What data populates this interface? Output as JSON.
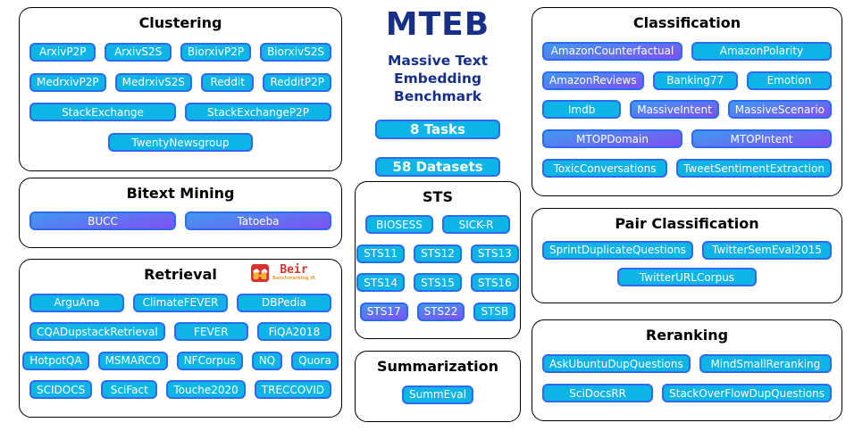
{
  "header": {
    "title": "MTEB",
    "subtitle_line1": "Massive Text",
    "subtitle_line2": "Embedding Benchmark",
    "tasks_badge": "8 Tasks",
    "datasets_badge": "58 Datasets"
  },
  "colors": {
    "chip_cyan": "#0eb4e6",
    "chip_border_blue": "#2b6bf3",
    "multilingual_gradient_start": "#3e9af0",
    "multilingual_gradient_end": "#8050f2",
    "title_navy": "#16308a",
    "panel_border": "#000000",
    "beir_red": "#d5342f",
    "beir_orange": "#f0a030"
  },
  "boxes": {
    "clustering": {
      "title": "Clustering",
      "rows": [
        [
          {
            "label": "ArxivP2P"
          },
          {
            "label": "ArxivS2S"
          },
          {
            "label": "BiorxivP2P"
          },
          {
            "label": "BiorxivS2S"
          }
        ],
        [
          {
            "label": "MedrxivP2P"
          },
          {
            "label": "MedrxivS2S"
          },
          {
            "label": "Reddit"
          },
          {
            "label": "RedditP2P"
          }
        ],
        [
          {
            "label": "StackExchange"
          },
          {
            "label": "StackExchangeP2P"
          }
        ],
        [
          {
            "label": "TwentyNewsgroup"
          }
        ]
      ]
    },
    "bitext_mining": {
      "title": "Bitext Mining",
      "rows": [
        [
          {
            "label": "BUCC",
            "multilingual": true
          },
          {
            "label": "Tatoeba",
            "multilingual": true
          }
        ]
      ]
    },
    "retrieval": {
      "title": "Retrieval",
      "logo": {
        "text": "Beir",
        "subtext": "Benchmarking IR",
        "icon": "beer-mugs-icon"
      },
      "rows": [
        [
          {
            "label": "ArguAna"
          },
          {
            "label": "ClimateFEVER"
          },
          {
            "label": "DBPedia"
          }
        ],
        [
          {
            "label": "CQADupstackRetrieval"
          },
          {
            "label": "FEVER"
          },
          {
            "label": "FiQA2018"
          }
        ],
        [
          {
            "label": "HotpotQA"
          },
          {
            "label": "MSMARCO"
          },
          {
            "label": "NFCorpus"
          },
          {
            "label": "NQ"
          },
          {
            "label": "Quora"
          }
        ],
        [
          {
            "label": "SCIDOCS"
          },
          {
            "label": "SciFact"
          },
          {
            "label": "Touche2020"
          },
          {
            "label": "TRECCOVID"
          }
        ]
      ]
    },
    "sts": {
      "title": "STS",
      "rows": [
        [
          {
            "label": "BIOSESS"
          },
          {
            "label": "SICK-R"
          }
        ],
        [
          {
            "label": "STS11"
          },
          {
            "label": "STS12"
          },
          {
            "label": "STS13"
          }
        ],
        [
          {
            "label": "STS14"
          },
          {
            "label": "STS15"
          },
          {
            "label": "STS16"
          }
        ],
        [
          {
            "label": "STS17",
            "multilingual": true
          },
          {
            "label": "STS22",
            "multilingual": true
          },
          {
            "label": "STSB"
          }
        ]
      ]
    },
    "summarization": {
      "title": "Summarization",
      "rows": [
        [
          {
            "label": "SummEval"
          }
        ]
      ]
    },
    "classification": {
      "title": "Classification",
      "rows": [
        [
          {
            "label": "AmazonCounterfactual",
            "multilingual": true
          },
          {
            "label": "AmazonPolarity"
          }
        ],
        [
          {
            "label": "AmazonReviews",
            "multilingual": true
          },
          {
            "label": "Banking77"
          },
          {
            "label": "Emotion"
          }
        ],
        [
          {
            "label": "Imdb"
          },
          {
            "label": "MassiveIntent",
            "multilingual": true
          },
          {
            "label": "MassiveScenario",
            "multilingual": true
          }
        ],
        [
          {
            "label": "MTOPDomain",
            "multilingual": true
          },
          {
            "label": "MTOPIntent",
            "multilingual": true
          }
        ],
        [
          {
            "label": "ToxicConversations"
          },
          {
            "label": "TweetSentimentExtraction"
          }
        ]
      ]
    },
    "pair_classification": {
      "title": "Pair Classification",
      "rows": [
        [
          {
            "label": "SprintDuplicateQuestions"
          },
          {
            "label": "TwitterSemEval2015"
          }
        ],
        [
          {
            "label": "TwitterURLCorpus"
          }
        ]
      ]
    },
    "reranking": {
      "title": "Reranking",
      "rows": [
        [
          {
            "label": "AskUbuntuDupQuestions"
          },
          {
            "label": "MindSmallReranking"
          }
        ],
        [
          {
            "label": "SciDocsRR"
          },
          {
            "label": "StackOverFlowDupQuestions"
          }
        ]
      ]
    }
  }
}
